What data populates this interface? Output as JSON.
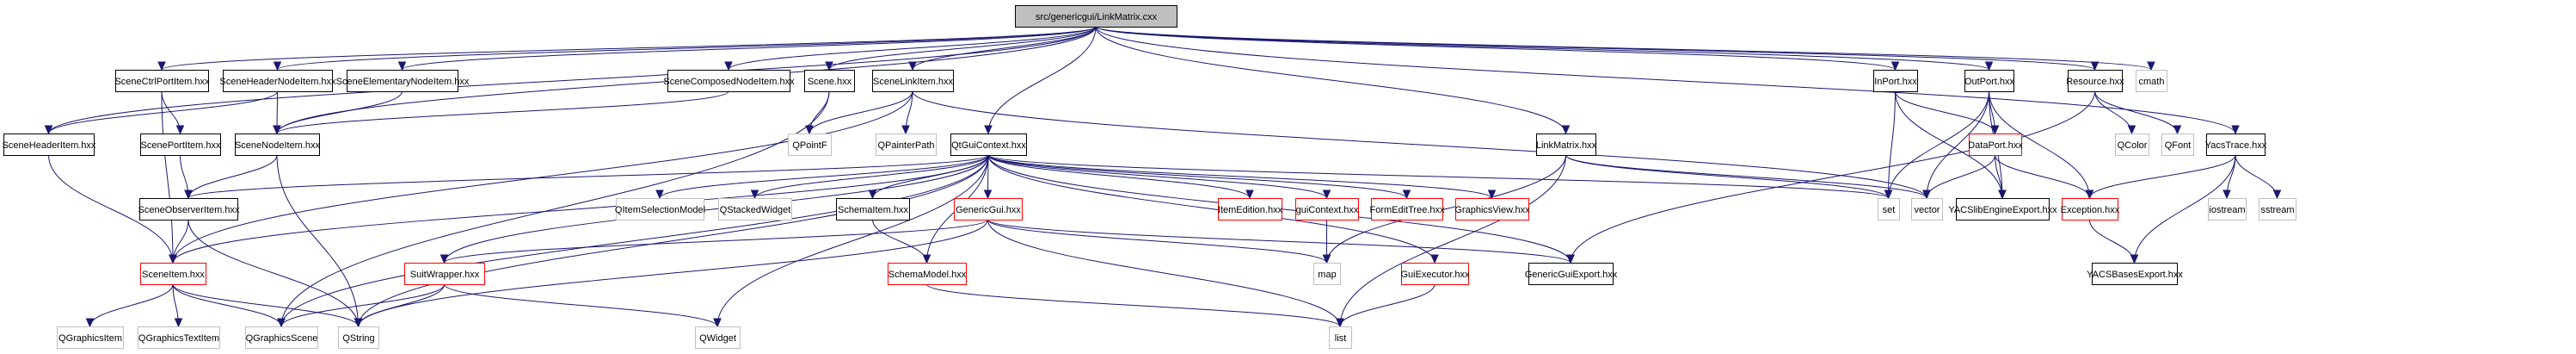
{
  "title": "src/genericgui/LinkMatrix.cxx",
  "colors": {
    "root_fill": "#bfbfbf",
    "documented_border": "#000000",
    "truncated_border": "#ff0000",
    "external_border": "#bfbfbf",
    "edge": "#191970"
  },
  "nodes": [
    {
      "id": "root",
      "label": "src/genericgui/LinkMatrix.cxx",
      "kind": "root"
    },
    {
      "id": "SceneCtrlPortItem",
      "label": "SceneCtrlPortItem.hxx",
      "kind": "documented"
    },
    {
      "id": "SceneHeaderNodeItem",
      "label": "SceneHeaderNodeItem.hxx",
      "kind": "documented"
    },
    {
      "id": "SceneElementaryNodeItem",
      "label": "SceneElementaryNodeItem.hxx",
      "kind": "documented"
    },
    {
      "id": "SceneComposedNodeItem",
      "label": "SceneComposedNodeItem.hxx",
      "kind": "documented"
    },
    {
      "id": "Scene",
      "label": "Scene.hxx",
      "kind": "documented"
    },
    {
      "id": "SceneLinkItem",
      "label": "SceneLinkItem.hxx",
      "kind": "documented"
    },
    {
      "id": "InPort",
      "label": "InPort.hxx",
      "kind": "documented"
    },
    {
      "id": "OutPort",
      "label": "OutPort.hxx",
      "kind": "documented"
    },
    {
      "id": "Resource",
      "label": "Resource.hxx",
      "kind": "documented"
    },
    {
      "id": "cmath",
      "label": "cmath",
      "kind": "external"
    },
    {
      "id": "SceneHeaderItem",
      "label": "SceneHeaderItem.hxx",
      "kind": "documented"
    },
    {
      "id": "ScenePortItem",
      "label": "ScenePortItem.hxx",
      "kind": "documented"
    },
    {
      "id": "SceneNodeItem",
      "label": "SceneNodeItem.hxx",
      "kind": "documented"
    },
    {
      "id": "QPointF",
      "label": "QPointF",
      "kind": "external"
    },
    {
      "id": "QPainterPath",
      "label": "QPainterPath",
      "kind": "external"
    },
    {
      "id": "QtGuiContext",
      "label": "QtGuiContext.hxx",
      "kind": "documented"
    },
    {
      "id": "LinkMatrixHxx",
      "label": "LinkMatrix.hxx",
      "kind": "documented"
    },
    {
      "id": "DataPort",
      "label": "DataPort.hxx",
      "kind": "truncated"
    },
    {
      "id": "QColor",
      "label": "QColor",
      "kind": "external"
    },
    {
      "id": "QFont",
      "label": "QFont",
      "kind": "external"
    },
    {
      "id": "YacsTrace",
      "label": "YacsTrace.hxx",
      "kind": "documented"
    },
    {
      "id": "SceneObserverItem",
      "label": "SceneObserverItem.hxx",
      "kind": "documented"
    },
    {
      "id": "QItemSelectionModel",
      "label": "QItemSelectionModel",
      "kind": "external"
    },
    {
      "id": "QStackedWidget",
      "label": "QStackedWidget",
      "kind": "external"
    },
    {
      "id": "SchemaItem",
      "label": "SchemaItem.hxx",
      "kind": "documented"
    },
    {
      "id": "GenericGui",
      "label": "GenericGui.hxx",
      "kind": "truncated"
    },
    {
      "id": "ItemEdition",
      "label": "ItemEdition.hxx",
      "kind": "truncated"
    },
    {
      "id": "guiContext",
      "label": "guiContext.hxx",
      "kind": "truncated"
    },
    {
      "id": "FormEditTree",
      "label": "FormEditTree.hxx",
      "kind": "truncated"
    },
    {
      "id": "GraphicsView",
      "label": "GraphicsView.hxx",
      "kind": "truncated"
    },
    {
      "id": "set",
      "label": "set",
      "kind": "external"
    },
    {
      "id": "vector",
      "label": "vector",
      "kind": "external"
    },
    {
      "id": "YACSlibEngineExport",
      "label": "YACSlibEngineExport.hxx",
      "kind": "documented"
    },
    {
      "id": "Exception",
      "label": "Exception.hxx",
      "kind": "truncated"
    },
    {
      "id": "iostream",
      "label": "iostream",
      "kind": "external"
    },
    {
      "id": "sstream",
      "label": "sstream",
      "kind": "external"
    },
    {
      "id": "SceneItem",
      "label": "SceneItem.hxx",
      "kind": "truncated"
    },
    {
      "id": "SuitWrapper",
      "label": "SuitWrapper.hxx",
      "kind": "truncated"
    },
    {
      "id": "SchemaModel",
      "label": "SchemaModel.hxx",
      "kind": "truncated"
    },
    {
      "id": "map",
      "label": "map",
      "kind": "external"
    },
    {
      "id": "GuiExecutor",
      "label": "GuiExecutor.hxx",
      "kind": "truncated"
    },
    {
      "id": "GenericGuiExport",
      "label": "GenericGuiExport.hxx",
      "kind": "documented"
    },
    {
      "id": "YACSBasesExport",
      "label": "YACSBasesExport.hxx",
      "kind": "documented"
    },
    {
      "id": "QGraphicsItem",
      "label": "QGraphicsItem",
      "kind": "external"
    },
    {
      "id": "QGraphicsTextItem",
      "label": "QGraphicsTextItem",
      "kind": "external"
    },
    {
      "id": "QGraphicsScene",
      "label": "QGraphicsScene",
      "kind": "external"
    },
    {
      "id": "QString",
      "label": "QString",
      "kind": "external"
    },
    {
      "id": "QWidget",
      "label": "QWidget",
      "kind": "external"
    },
    {
      "id": "list",
      "label": "list",
      "kind": "external"
    }
  ],
  "edges": [
    [
      "root",
      "SceneHeaderItem"
    ],
    [
      "root",
      "SceneCtrlPortItem"
    ],
    [
      "root",
      "SceneHeaderNodeItem"
    ],
    [
      "root",
      "SceneElementaryNodeItem"
    ],
    [
      "root",
      "SceneComposedNodeItem"
    ],
    [
      "root",
      "Scene"
    ],
    [
      "root",
      "SceneLinkItem"
    ],
    [
      "root",
      "QtGuiContext"
    ],
    [
      "root",
      "LinkMatrixHxx"
    ],
    [
      "root",
      "InPort"
    ],
    [
      "root",
      "OutPort"
    ],
    [
      "root",
      "Resource"
    ],
    [
      "root",
      "cmath"
    ],
    [
      "root",
      "YacsTrace"
    ],
    [
      "root",
      "SceneNodeItem"
    ],
    [
      "SceneCtrlPortItem",
      "ScenePortItem"
    ],
    [
      "SceneCtrlPortItem",
      "SceneItem"
    ],
    [
      "SceneHeaderNodeItem",
      "SceneHeaderItem"
    ],
    [
      "SceneHeaderNodeItem",
      "SceneNodeItem"
    ],
    [
      "SceneElementaryNodeItem",
      "SceneNodeItem"
    ],
    [
      "SceneComposedNodeItem",
      "SceneNodeItem"
    ],
    [
      "Scene",
      "QPointF"
    ],
    [
      "Scene",
      "QGraphicsScene"
    ],
    [
      "SceneLinkItem",
      "QPointF"
    ],
    [
      "SceneLinkItem",
      "QPainterPath"
    ],
    [
      "SceneLinkItem",
      "SceneItem"
    ],
    [
      "SceneLinkItem",
      "vector"
    ],
    [
      "SceneHeaderItem",
      "SceneItem"
    ],
    [
      "ScenePortItem",
      "SceneObserverItem"
    ],
    [
      "SceneNodeItem",
      "SceneObserverItem"
    ],
    [
      "SceneNodeItem",
      "QString"
    ],
    [
      "SceneObserverItem",
      "SceneItem"
    ],
    [
      "SceneObserverItem",
      "QString"
    ],
    [
      "SceneItem",
      "QGraphicsItem"
    ],
    [
      "SceneItem",
      "QGraphicsTextItem"
    ],
    [
      "SceneItem",
      "QGraphicsScene"
    ],
    [
      "SceneItem",
      "QString"
    ],
    [
      "QtGuiContext",
      "SceneObserverItem"
    ],
    [
      "QtGuiContext",
      "SceneItem"
    ],
    [
      "QtGuiContext",
      "SuitWrapper"
    ],
    [
      "QtGuiContext",
      "QGraphicsScene"
    ],
    [
      "QtGuiContext",
      "QString"
    ],
    [
      "QtGuiContext",
      "QItemSelectionModel"
    ],
    [
      "QtGuiContext",
      "QStackedWidget"
    ],
    [
      "QtGuiContext",
      "QWidget"
    ],
    [
      "QtGuiContext",
      "SchemaItem"
    ],
    [
      "QtGuiContext",
      "SchemaModel"
    ],
    [
      "QtGuiContext",
      "GenericGui"
    ],
    [
      "QtGuiContext",
      "ItemEdition"
    ],
    [
      "QtGuiContext",
      "guiContext"
    ],
    [
      "QtGuiContext",
      "FormEditTree"
    ],
    [
      "QtGuiContext",
      "GraphicsView"
    ],
    [
      "QtGuiContext",
      "GuiExecutor"
    ],
    [
      "QtGuiContext",
      "GenericGuiExport"
    ],
    [
      "QtGuiContext",
      "set"
    ],
    [
      "SchemaItem",
      "SchemaModel"
    ],
    [
      "GenericGui",
      "SuitWrapper"
    ],
    [
      "GenericGui",
      "map"
    ],
    [
      "GenericGui",
      "list"
    ],
    [
      "GenericGui",
      "GenericGuiExport"
    ],
    [
      "GenericGui",
      "QString"
    ],
    [
      "SuitWrapper",
      "QGraphicsScene"
    ],
    [
      "SuitWrapper",
      "QString"
    ],
    [
      "SuitWrapper",
      "QWidget"
    ],
    [
      "SchemaModel",
      "list"
    ],
    [
      "guiContext",
      "map"
    ],
    [
      "GuiExecutor",
      "list"
    ],
    [
      "LinkMatrixHxx",
      "map"
    ],
    [
      "LinkMatrixHxx",
      "list"
    ],
    [
      "LinkMatrixHxx",
      "set"
    ],
    [
      "LinkMatrixHxx",
      "vector"
    ],
    [
      "InPort",
      "set"
    ],
    [
      "InPort",
      "DataPort"
    ],
    [
      "InPort",
      "YACSlibEngineExport"
    ],
    [
      "OutPort",
      "set"
    ],
    [
      "OutPort",
      "vector"
    ],
    [
      "OutPort",
      "DataPort"
    ],
    [
      "OutPort",
      "YACSlibEngineExport"
    ],
    [
      "OutPort",
      "Exception"
    ],
    [
      "DataPort",
      "vector"
    ],
    [
      "DataPort",
      "YACSlibEngineExport"
    ],
    [
      "DataPort",
      "Exception"
    ],
    [
      "Resource",
      "QColor"
    ],
    [
      "Resource",
      "QFont"
    ],
    [
      "Resource",
      "GenericGuiExport"
    ],
    [
      "YacsTrace",
      "Exception"
    ],
    [
      "YacsTrace",
      "iostream"
    ],
    [
      "YacsTrace",
      "sstream"
    ],
    [
      "YacsTrace",
      "YACSBasesExport"
    ],
    [
      "Exception",
      "YACSBasesExport"
    ]
  ]
}
